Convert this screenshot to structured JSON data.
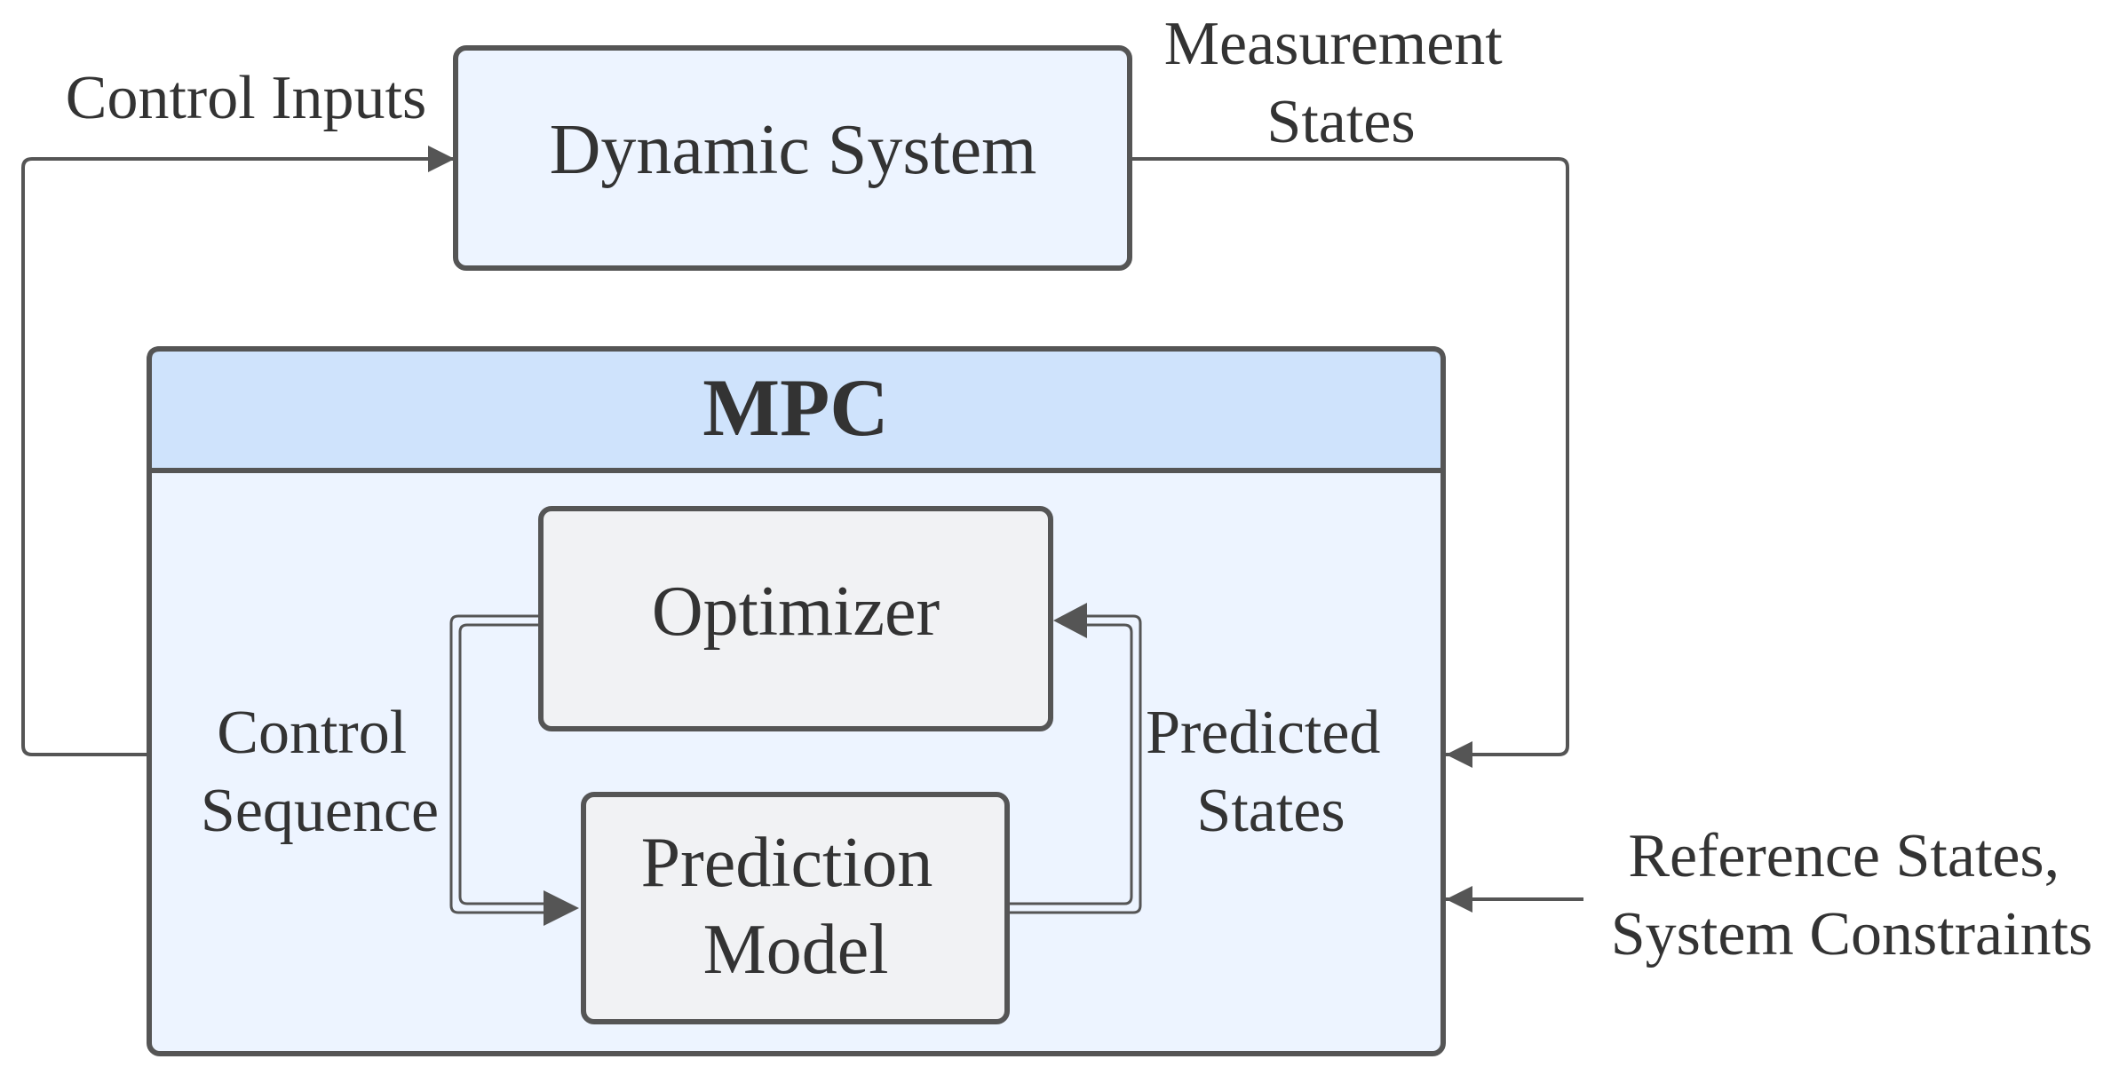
{
  "blocks": {
    "dynamic_system": "Dynamic System",
    "mpc": "MPC",
    "optimizer": "Optimizer",
    "prediction_model": [
      "Prediction",
      "Model"
    ]
  },
  "labels": {
    "control_inputs": "Control Inputs",
    "measurement_states": [
      "Measurement",
      "States"
    ],
    "control_sequence": [
      "Control",
      "Sequence"
    ],
    "predicted_states": [
      "Predicted",
      "States"
    ],
    "reference_states": [
      "Reference States,",
      "System Constraints"
    ]
  },
  "colors": {
    "box_fill": "#EDF4FF",
    "mpc_header_fill": "#CFE3FC",
    "inner_box_fill": "#F1F2F4",
    "stroke": "#555555",
    "text": "#333333"
  }
}
